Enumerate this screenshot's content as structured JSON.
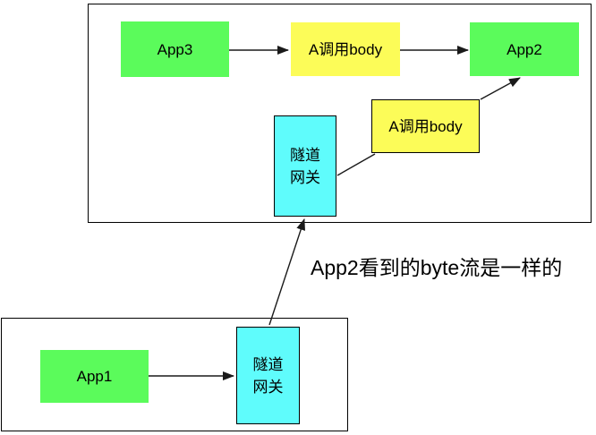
{
  "colors": {
    "node_green": "#5bfb5b",
    "node_yellow": "#fcfc58",
    "node_cyan": "#5ffcfc",
    "line": "#1a1a1a"
  },
  "nodes": {
    "app3": {
      "label": "App3"
    },
    "call_body_top": {
      "label": "A调用body"
    },
    "app2": {
      "label": "App2"
    },
    "tunnel_gateway_upper": {
      "label": "隧道\n网关"
    },
    "call_body_mid": {
      "label": "A调用body"
    },
    "app1": {
      "label": "App1"
    },
    "tunnel_gateway_lower": {
      "label": "隧道\n网关"
    }
  },
  "annotation": {
    "text": "App2看到的byte流是一样的"
  }
}
